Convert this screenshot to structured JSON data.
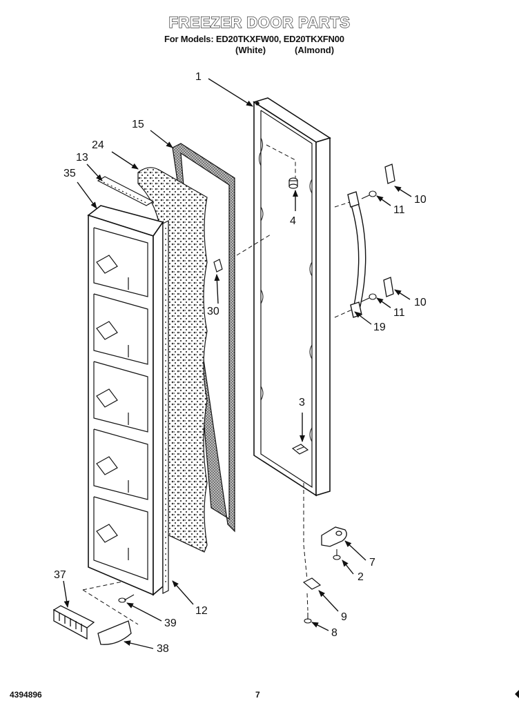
{
  "header": {
    "title": "FREEZER DOOR PARTS",
    "models_line": "For Models: ED20TKXFW00, ED20TKXFN00",
    "color_white": "(White)",
    "color_almond": "(Almond)"
  },
  "callouts": {
    "c1": "1",
    "c2": "2",
    "c3": "3",
    "c4": "4",
    "c7": "7",
    "c8": "8",
    "c9": "9",
    "c10a": "10",
    "c10b": "10",
    "c11a": "11",
    "c11b": "11",
    "c12": "12",
    "c13": "13",
    "c15": "15",
    "c19": "19",
    "c24": "24",
    "c30": "30",
    "c35": "35",
    "c37": "37",
    "c38": "38",
    "c39": "39"
  },
  "footer": {
    "doc_number": "4394896",
    "page_number": "7"
  }
}
